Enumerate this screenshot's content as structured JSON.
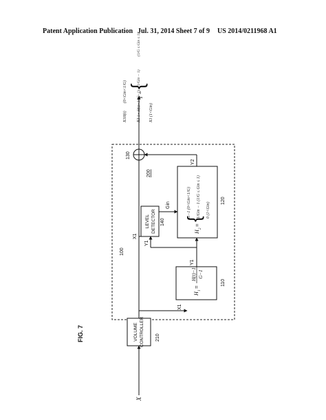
{
  "header": {
    "left": "Patent Application Publication",
    "center": "Jul. 31, 2014   Sheet 7 of 9",
    "right": "US 2014/0211968 A1"
  },
  "figure": {
    "label": "FIG. 7",
    "input": "X",
    "volume_controller": {
      "line1": "VOLUME",
      "line2": "CONTROLLER",
      "ref": "210"
    },
    "outer_ref": "100",
    "inner_ref": "200",
    "h1_block": {
      "formula_lhs": "H",
      "formula_sub": "1",
      "formula_rhs_num": "H(t)−1",
      "formula_rhs_den": "G−1",
      "ref": "110"
    },
    "level_detector": {
      "line1": "LEVEL",
      "line2": "DETECTOR",
      "ref": "140",
      "out_label": "Gin"
    },
    "h2_block": {
      "lhs": "H",
      "lhs_sub": "2",
      "case1": "G−1 (0<Gin<1/G)",
      "case2": "1/Gin − 1 (1/G ≤ Gin ≤ 1)",
      "case3": "0 (1<Gin)",
      "ref": "120"
    },
    "adder_ref": "130",
    "signals": {
      "x1": "X1",
      "x1b": "X1",
      "y1": "Y1",
      "y1b": "Y1",
      "y2": "Y2"
    },
    "output": {
      "lhs": "Y =",
      "case1": "X1H(t)",
      "case1_cond": "(0<Gin<1/G)",
      "case2_a": "X1",
      "case2_b": "1+ H(t)−1/(G−1) · (1/Gin − 1)",
      "case2_cond": "(1/G ≤ Gin ≤ 1)",
      "case3": "X1",
      "case3_cond": "(1<Gin)"
    }
  }
}
